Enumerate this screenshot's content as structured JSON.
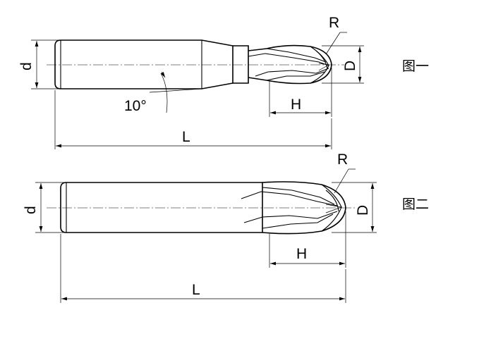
{
  "figure1": {
    "label_d": "d",
    "label_D": "D",
    "label_R": "R",
    "label_H": "H",
    "label_L": "L",
    "label_angle": "10°",
    "caption": "图一"
  },
  "figure2": {
    "label_d": "d",
    "label_D": "D",
    "label_R": "R",
    "label_H": "H",
    "label_L": "L",
    "caption": "图二"
  }
}
